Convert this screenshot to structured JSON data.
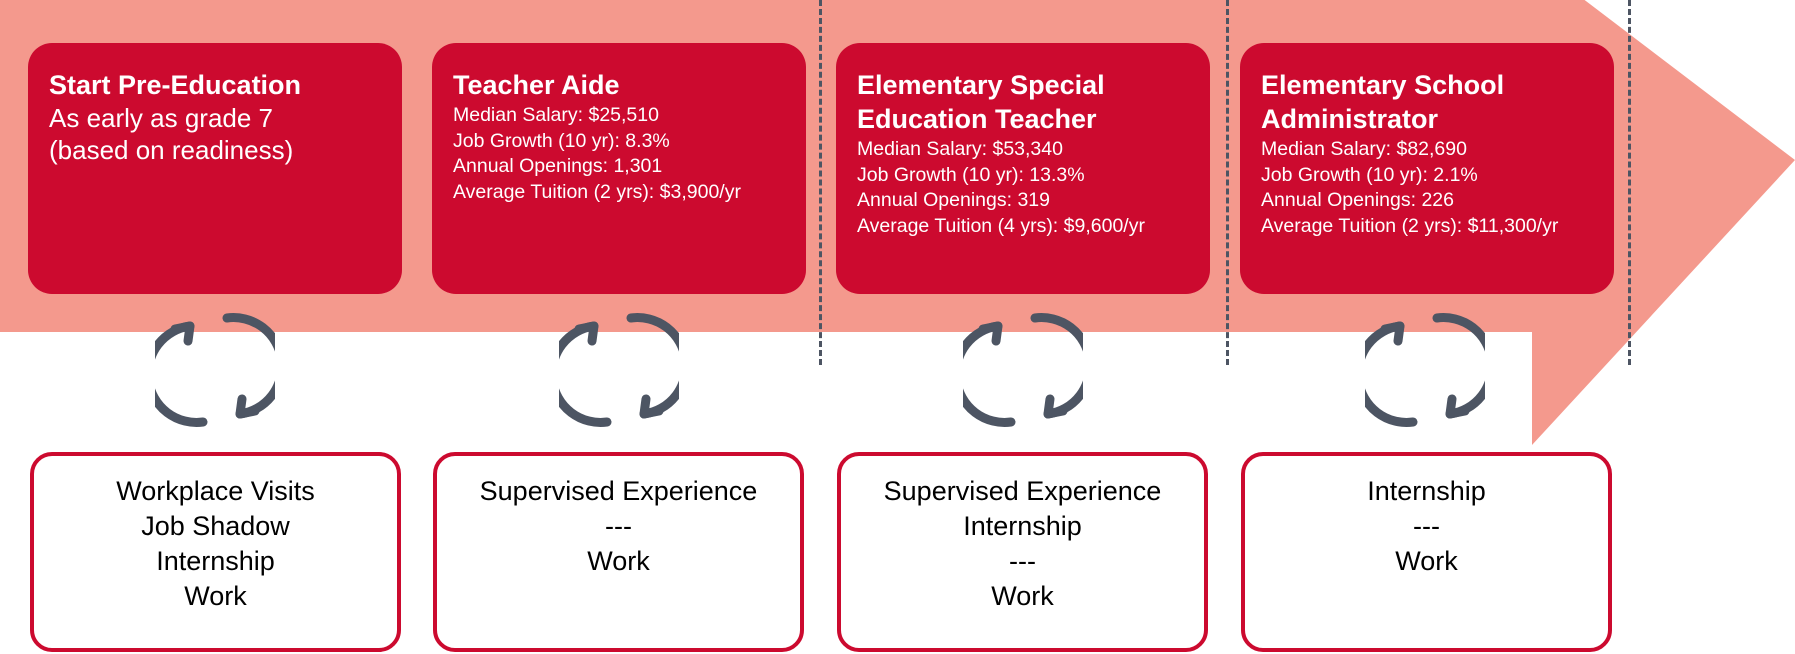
{
  "colors": {
    "arrow": "#f4998d",
    "card": "#cc0a2f",
    "box_border": "#cc0a2f",
    "cycle_icon": "#4d5563",
    "divider": "#4d5563"
  },
  "stages": [
    {
      "title": "Start Pre-Education",
      "subtitle": [
        "As early as grade 7",
        "(based on readiness)"
      ],
      "stats": []
    },
    {
      "title": "Teacher Aide",
      "subtitle": [],
      "stats": [
        "Median Salary: $25,510",
        "Job Growth (10 yr): 8.3%",
        "Annual Openings: 1,301",
        "Average Tuition (2 yrs): $3,900/yr"
      ]
    },
    {
      "title": "Elementary Special Education Teacher",
      "subtitle": [],
      "stats": [
        "Median Salary: $53,340",
        "Job Growth (10 yr): 13.3%",
        "Annual Openings: 319",
        "Average Tuition (4 yrs): $9,600/yr"
      ]
    },
    {
      "title": "Elementary School Administrator",
      "subtitle": [],
      "stats": [
        "Median Salary: $82,690",
        "Job Growth (10 yr): 2.1%",
        "Annual Openings: 226",
        "Average Tuition (2 yrs): $11,300/yr"
      ]
    }
  ],
  "experiences": [
    [
      "Workplace Visits",
      "Job Shadow",
      "Internship",
      "Work"
    ],
    [
      "Supervised Experience",
      "---",
      "Work"
    ],
    [
      "Supervised Experience",
      "Internship",
      "---",
      "Work"
    ],
    [
      "Internship",
      "---",
      "Work"
    ]
  ]
}
